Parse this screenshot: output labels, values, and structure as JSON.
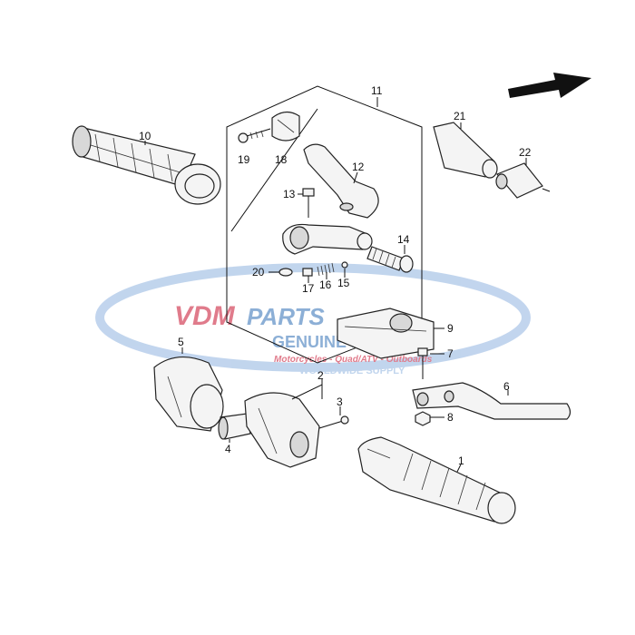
{
  "watermark": {
    "brand_main": "VDM",
    "brand_sub": "PARTS",
    "line1": "GENUINE PARTS",
    "line2": "Motorcycles - Quad/ATV - Outboards",
    "line3": "WORLDWIDE SUPPLY",
    "colors": {
      "blue": "#2f6fb5",
      "red": "#c8102e",
      "swoosh": "#8fb3e0"
    }
  },
  "callouts": [
    {
      "id": "c1",
      "label": "1"
    },
    {
      "id": "c2",
      "label": "2"
    },
    {
      "id": "c3",
      "label": "3"
    },
    {
      "id": "c4",
      "label": "4"
    },
    {
      "id": "c5",
      "label": "5"
    },
    {
      "id": "c6",
      "label": "6"
    },
    {
      "id": "c7",
      "label": "7"
    },
    {
      "id": "c8",
      "label": "8"
    },
    {
      "id": "c9",
      "label": "9"
    },
    {
      "id": "c10",
      "label": "10"
    },
    {
      "id": "c11",
      "label": "11"
    },
    {
      "id": "c12",
      "label": "12"
    },
    {
      "id": "c13",
      "label": "13"
    },
    {
      "id": "c14",
      "label": "14"
    },
    {
      "id": "c15",
      "label": "15"
    },
    {
      "id": "c16",
      "label": "16"
    },
    {
      "id": "c17",
      "label": "17"
    },
    {
      "id": "c18",
      "label": "18"
    },
    {
      "id": "c19",
      "label": "19"
    },
    {
      "id": "c20",
      "label": "20"
    },
    {
      "id": "c21",
      "label": "21"
    },
    {
      "id": "c22",
      "label": "22"
    }
  ],
  "icons": {
    "direction": "direction-arrow-icon"
  }
}
